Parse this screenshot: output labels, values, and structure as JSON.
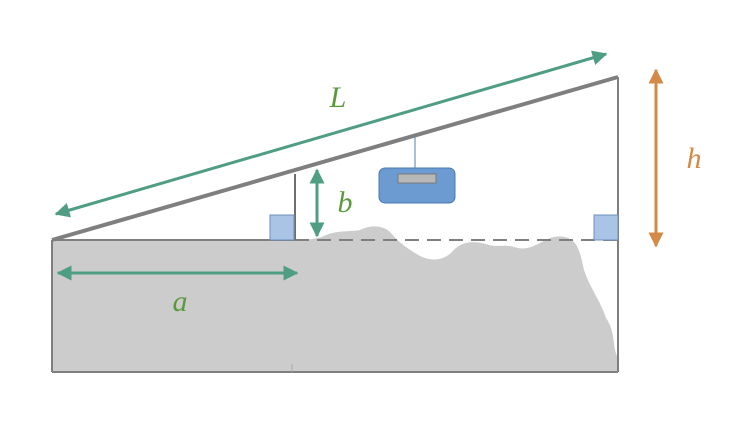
{
  "labels": {
    "length": "L",
    "height": "h",
    "offset": "b",
    "distance": "a"
  },
  "colors": {
    "dimension_green": "#4f9e84",
    "label_green": "#5a9a3c",
    "dimension_orange": "#d38a47",
    "frame_gray": "#7f7f7f",
    "fill_gray": "#cccccc",
    "block_blue": "#a9c4e4",
    "device_blue": "#6b9bd1"
  }
}
